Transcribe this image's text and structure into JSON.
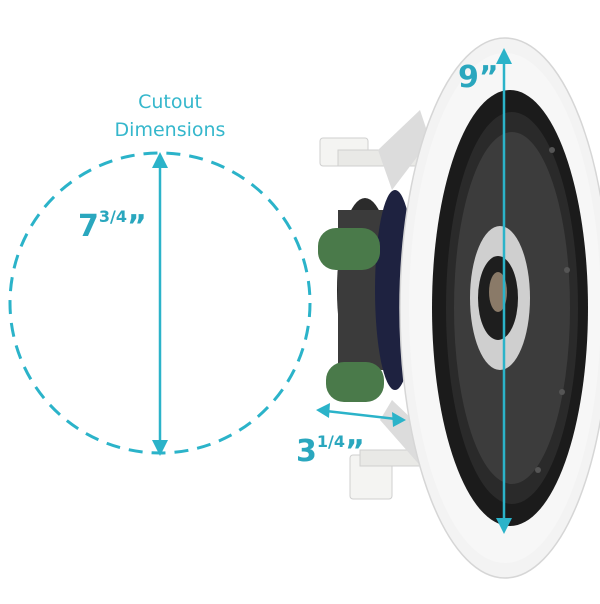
{
  "cutout": {
    "title_line1": "Cutout",
    "title_line2": "Dimensions",
    "dimension_main": "7",
    "dimension_frac": "3/4",
    "dimension_quote": "”"
  },
  "depth": {
    "dimension_main": "3",
    "dimension_frac": "1/4",
    "dimension_quote": "”"
  },
  "diameter": {
    "dimension": "9”"
  },
  "colors": {
    "accent": "#2bb3c9",
    "speaker_body": "#f2f2f2",
    "cone": "#3a3a3a",
    "basket": "#1a1a1a",
    "green_dampers": "#4a7a4a"
  }
}
